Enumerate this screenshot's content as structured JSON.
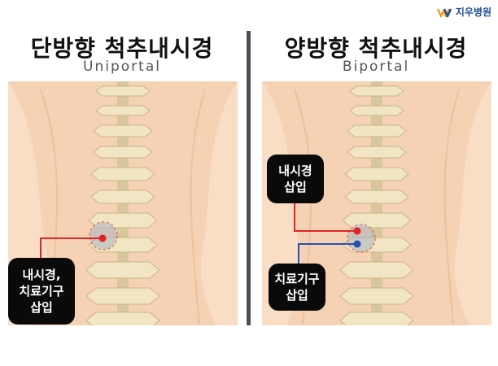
{
  "logo": {
    "text": "지우병원",
    "icon": "wave-logo-icon"
  },
  "panels": [
    {
      "title": "단방향 척추내시경",
      "subtitle": "Uniportal",
      "label_lines": [
        "내시경,",
        "치료기구",
        "삽입"
      ]
    },
    {
      "title": "양방향 척추내시경",
      "subtitle": "Biportal",
      "labels": [
        {
          "lines": [
            "내시경",
            "삽입"
          ]
        },
        {
          "lines": [
            "치료기구",
            "삽입"
          ]
        }
      ]
    }
  ],
  "colors": {
    "skin": "#f6d2b4",
    "skin_light": "#fbe6d3",
    "bone": "#f2e6c6",
    "red_line": "#e02424",
    "blue_line": "#2b4fb3",
    "divider": "#4a4f57"
  }
}
